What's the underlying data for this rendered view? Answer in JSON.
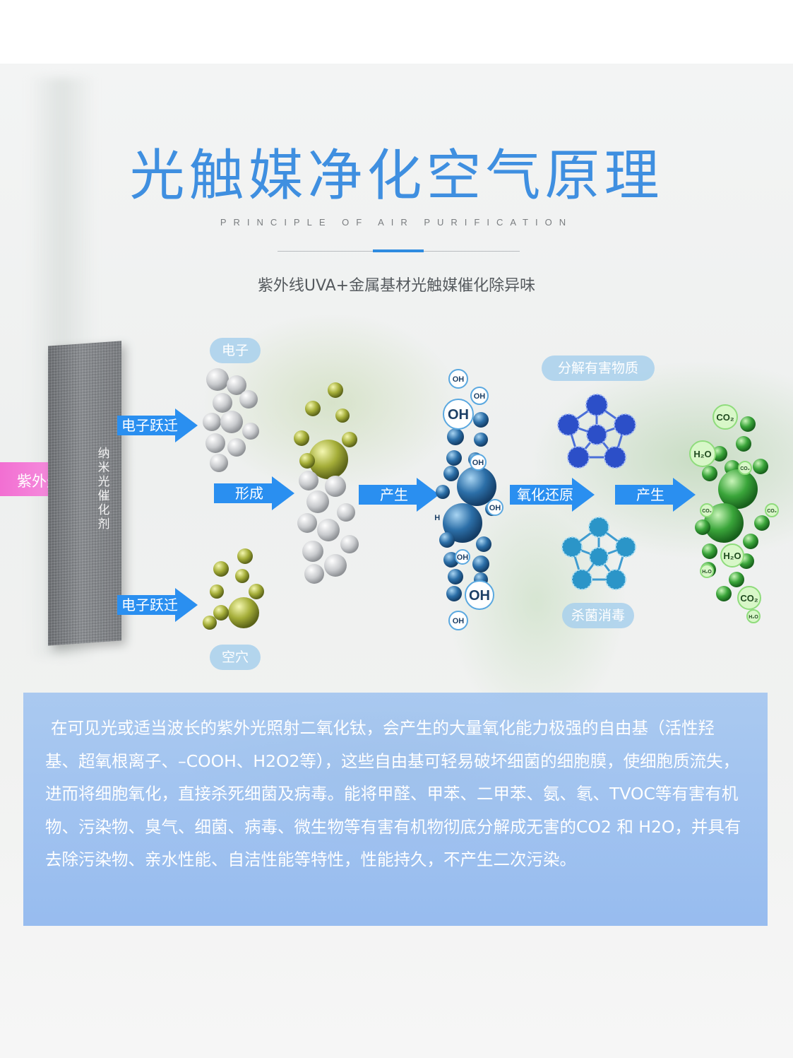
{
  "header": {
    "title": "光触媒净化空气原理",
    "subtitle": "PRINCIPLE OF AIR PURIFICATION",
    "tagline": "紫外线UVA+金属基材光触媒催化除异味"
  },
  "diagram": {
    "uv_label": "紫外光",
    "panel_label": "纳米光催化剂",
    "arrows": {
      "electron_jump_top": "电子跃迁",
      "electron_jump_bottom": "电子跃迁",
      "form": "形成",
      "produce_1": "产生",
      "redox": "氧化还原",
      "produce_2": "产生"
    },
    "pills": {
      "electron": "电子",
      "hole": "空穴",
      "decompose": "分解有害物质",
      "sterilize": "杀菌消毒"
    },
    "molecule_labels": {
      "oh": "OH",
      "co2": "CO₂",
      "h2o": "H₂O"
    },
    "colors": {
      "title_blue": "#3f8fe0",
      "arrow_blue": "#2a8ff0",
      "uv_pink": "#f47ad8",
      "gray_sphere": "#d5d7d9",
      "olive_sphere": "#9aa535",
      "blue_sphere": "#2c6fa8",
      "green_sphere": "#3aa53a",
      "virus_dark": "#2c4fc8",
      "virus_light": "#2b95c8"
    }
  },
  "description": {
    "text": "在可见光或适当波长的紫外光照射二氧化钛，会产生的大量氧化能力极强的自由基（活性羟基、超氧根离子、–COOH、H2O2等），这些自由基可轻易破坏细菌的细胞膜，使细胞质流失，进而将细胞氧化，直接杀死细菌及病毒。能将甲醛、甲苯、二甲苯、氨、氡、TVOC等有害有机物、污染物、臭气、细菌、病毒、微生物等有害有机物彻底分解成无害的CO2 和 H2O，并具有去除污染物、亲水性能、自洁性能等特性，性能持久，不产生二次污染。"
  }
}
